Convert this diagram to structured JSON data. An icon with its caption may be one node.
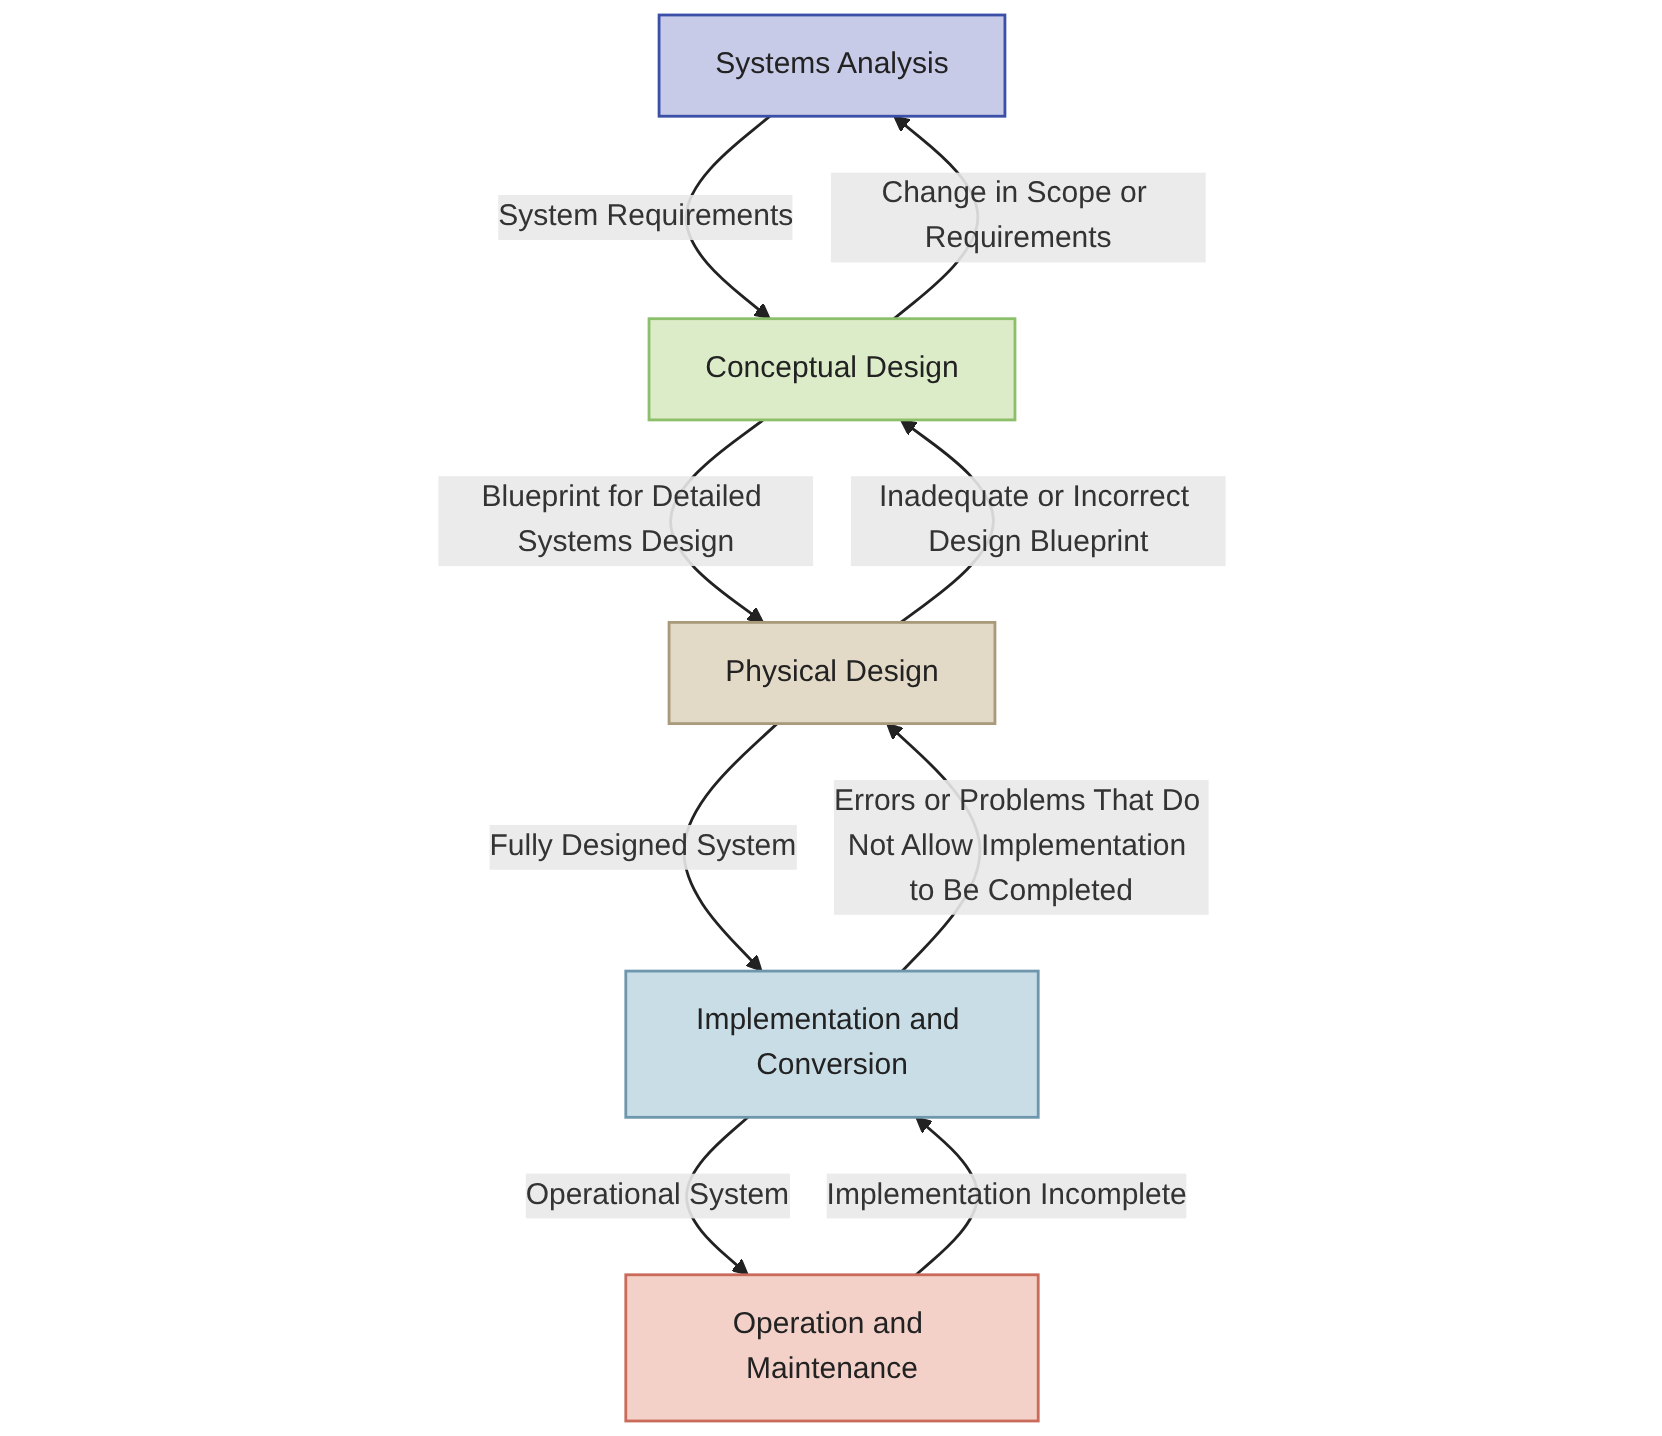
{
  "diagram": {
    "nodes": [
      {
        "text": [
          "Systems Analysis"
        ]
      },
      {
        "text": [
          "Conceptual Design"
        ]
      },
      {
        "text": [
          "Physical Design"
        ]
      },
      {
        "text": [
          "Implementation and Conversion"
        ]
      },
      {
        "text": [
          "Operation and Maintenance"
        ]
      }
    ],
    "edges": [
      {
        "from": 0,
        "to": 1,
        "arrow": "to",
        "label": "System Requirements"
      },
      {
        "from": 1,
        "to": 0,
        "arrow": "to",
        "label": "Change in Scope or Requirements"
      },
      {
        "from": 1,
        "to": 2,
        "arrow": "to",
        "label": "Blueprint for Detailed Systems Design"
      },
      {
        "from": 2,
        "to": 1,
        "arrow": "to",
        "label": "Inadequate or Incorrect Design Blueprint"
      },
      {
        "from": 2,
        "to": 3,
        "arrow": "to",
        "label": "Fully Designed System"
      },
      {
        "from": 3,
        "to": 2,
        "arrow": "to",
        "label": "Errors or Problems That Do Not Allow Implementation to Be Completed"
      },
      {
        "from": 3,
        "to": 4,
        "arrow": "to",
        "label": "Operational System"
      },
      {
        "from": 4,
        "to": 3,
        "arrow": "to",
        "label": "Implementation Incomplete"
      }
    ]
  }
}
